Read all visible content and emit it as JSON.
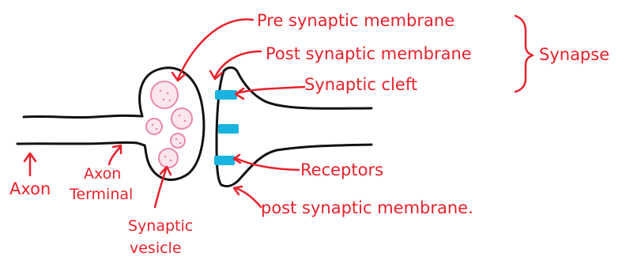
{
  "labels": {
    "pre_synaptic": "Pre synaptic membrane",
    "post_synaptic_top": "Post synaptic membrane",
    "synapse": "Synapse",
    "synaptic_cleft": "Synaptic cleft",
    "receptors": "Receptors",
    "post_synaptic_bottom": "post synaptic membrane.",
    "axon": "Axon",
    "axon_terminal_line1": "Axon",
    "axon_terminal_line2": "Terminal",
    "synaptic_vesicle_line1": "Synaptic",
    "synaptic_vesicle_line2": "vesicle"
  },
  "colors": {
    "label_red": "#e8212b",
    "ink": "#111111",
    "vesicle_pink": "#e88aa6",
    "receptor_blue": "#19b3e0"
  }
}
